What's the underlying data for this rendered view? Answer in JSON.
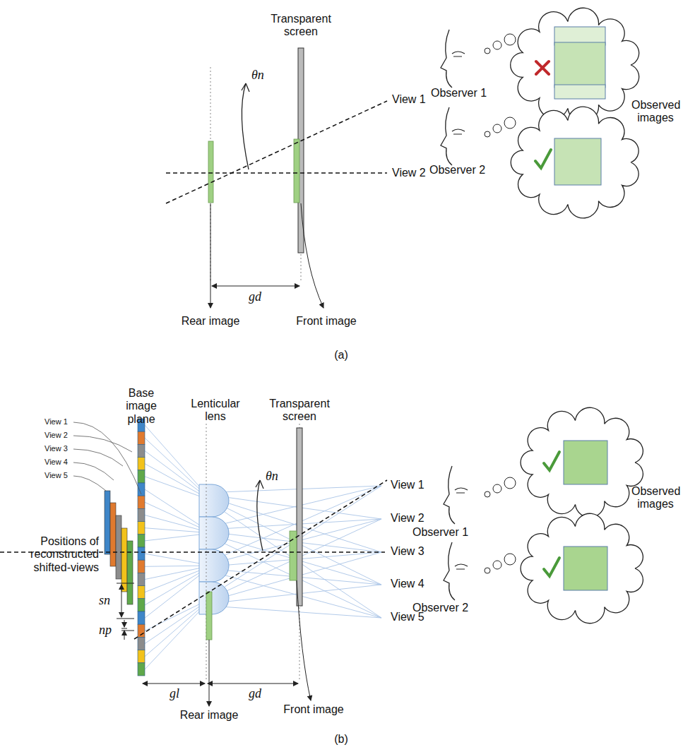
{
  "diagram": {
    "labels": [
      "Transparent screen",
      "θn",
      "View 1",
      "View 2",
      "Observer 1",
      "Observed images",
      "Observer 2",
      "gd",
      "Rear image",
      "Front image",
      "(a)",
      "View 1",
      "View 2",
      "View 3",
      "View 4",
      "View 5",
      "Base image plane",
      "Lenticular lens",
      "Transparent screen",
      "θn",
      "View 1",
      "View 2",
      "View 3",
      "View 4",
      "View 5",
      "Observer 1",
      "Observed images",
      "Observer 2",
      "Positions of reconstructed shifted-views",
      "sn",
      "np",
      "gl",
      "gd",
      "Rear image",
      "Front image",
      "(b)"
    ]
  }
}
